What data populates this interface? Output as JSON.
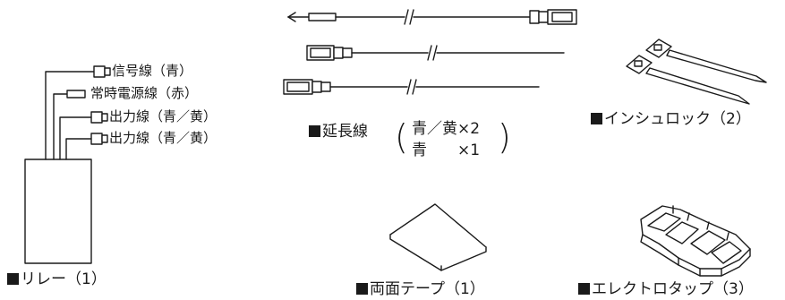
{
  "relay": {
    "title": "リレー（1）",
    "wires": [
      {
        "label": "信号線（青）"
      },
      {
        "label": "常時電源線（赤）"
      },
      {
        "label": "出力線（青／黄）"
      },
      {
        "label": "出力線（青／黄）"
      }
    ]
  },
  "extension": {
    "title": "延長線",
    "line1": "青／黄×2",
    "line2": "青　　×1"
  },
  "zip_tie": {
    "title": "インシュロック（2）"
  },
  "double_tape": {
    "title": "両面テープ（1）"
  },
  "electro_tap": {
    "title": "エレクトロタップ（3）"
  }
}
